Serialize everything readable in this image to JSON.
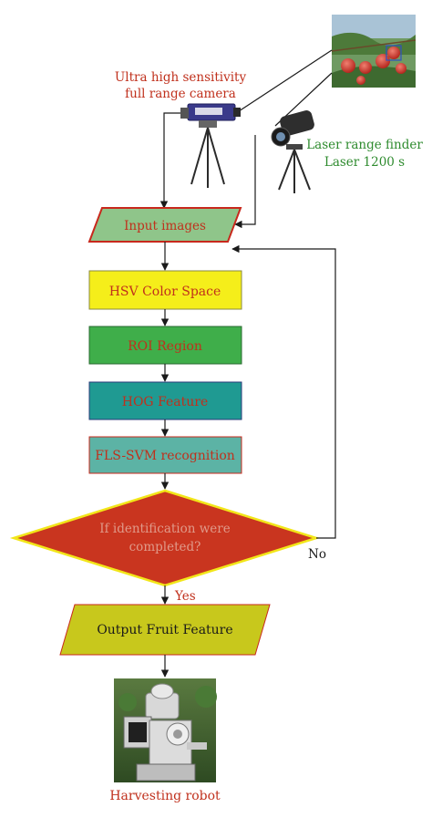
{
  "inputs": {
    "camera_label_line1": "Ultra high sensitivity",
    "camera_label_line2": "full range camera",
    "rangefinder_label_line1": "Laser range finder",
    "rangefinder_label_line2": "Laser 1200 s"
  },
  "steps": {
    "input_images": "Input images",
    "hsv": "HSV Color Space",
    "roi": "ROI Region",
    "hog": "HOG Feature",
    "fls_svm": "FLS-SVM recognition",
    "decision_line1": "If identification were",
    "decision_line2": "completed?",
    "output": "Output Fruit Feature",
    "robot_label": "Harvesting robot"
  },
  "branches": {
    "no": "No",
    "yes": "Yes"
  },
  "colors": {
    "camera_label": "#c0301c",
    "rangefinder_label": "#2e8b2e",
    "input_fill": "#8fc58a",
    "input_stroke": "#c8281c",
    "hsv_fill": "#f5ee1a",
    "roi_fill": "#3fae4a",
    "hog_fill": "#1f9a92",
    "fls_fill": "#5cb3a5",
    "decision_fill": "#c9351f",
    "decision_stroke": "#f2e619",
    "output_fill": "#c8c81c",
    "robot_label": "#c0301c"
  }
}
